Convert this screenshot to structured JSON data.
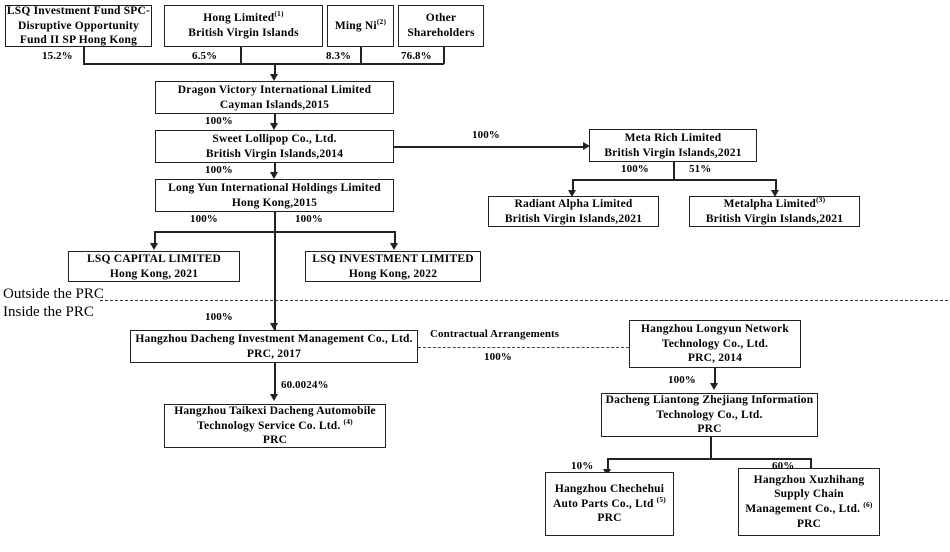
{
  "diagram": {
    "title": "Corporate Structure Chart",
    "regions": {
      "outside": "Outside the PRC",
      "inside": "Inside the PRC"
    },
    "contractual_label": "Contractual Arrangements",
    "entities": {
      "lsq_fund": {
        "lines": [
          "LSQ Investment Fund SPC-",
          "Disruptive Opportunity",
          "Fund II SP Hong Kong"
        ],
        "ownership": "15.2%"
      },
      "hong_limited": {
        "line1": "Hong Limited",
        "note": "(1)",
        "line2": "British Virgin Islands",
        "ownership": "6.5%"
      },
      "ming_ni": {
        "line1": "Ming Ni",
        "note": "(2)",
        "ownership": "8.3%"
      },
      "other_shareholders": {
        "lines": [
          "Other",
          "Shareholders"
        ],
        "ownership": "76.8%"
      },
      "dragon_victory": {
        "lines": [
          "Dragon Victory International  Limited",
          "Cayman  Islands,2015"
        ],
        "ownership": "100%"
      },
      "sweet_lollipop": {
        "lines": [
          "Sweet Lollipop  Co., Ltd.",
          "British Virgin Islands,2014"
        ],
        "ownership": "100%",
        "ownership_right": "100%"
      },
      "long_yun": {
        "lines": [
          "Long Yun International  Holdings Limited",
          "Hong Kong,2015"
        ],
        "ownership_left": "100%",
        "ownership_right": "100%"
      },
      "meta_rich": {
        "lines": [
          "Meta Rich Limited",
          "British Virgin Islands,2021"
        ],
        "ownership_left": "100%",
        "ownership_right": "51%"
      },
      "radiant_alpha": {
        "lines": [
          "Radiant  Alpha Limited",
          "British Virgin Islands,2021"
        ]
      },
      "metalpha": {
        "line1": "Metalpha      Limited",
        "note": "(3)",
        "line2": "British Virgin Islands,2021"
      },
      "lsq_capital": {
        "lines": [
          "LSQ  CAPITAL     LIMITED",
          "Hong Kong, 2021"
        ]
      },
      "lsq_investment": {
        "lines": [
          "LSQ INVESTMENT LIMITED",
          "Hong Kong, 2022"
        ]
      },
      "hangzhou_dacheng": {
        "lines": [
          "Hangzhou  Dacheng Investment  Management  Co., Ltd.",
          "PRC, 2017"
        ],
        "ownership": "100%",
        "ownership_down": "60.0024%"
      },
      "hangzhou_taikexi": {
        "line1": "Hangzhou  Taikexi Dacheng Automobile",
        "line2": "Technology  Service Co. Ltd.",
        "note": "(4)",
        "line3": "PRC"
      },
      "hangzhou_longyun": {
        "lines": [
          "Hangzhou  Longyun Network",
          "Technology  Co., Ltd.",
          "PRC, 2014"
        ],
        "ownership": "100%",
        "ownership_contract": "100%"
      },
      "dacheng_liantong": {
        "lines": [
          "Dacheng Liantong Zhejiang Information",
          "Technology  Co., Ltd.",
          "PRC"
        ],
        "ownership_left": "10%",
        "ownership_right": "60%"
      },
      "hangzhou_chechehui": {
        "line1": "Hangzhou  Chechehui",
        "line2": "Auto Parts Co., Ltd",
        "note": "(5)",
        "line3": "PRC"
      },
      "hangzhou_xuzhihang": {
        "line1": "Hangzhou  Xuzhihang",
        "line2": "Supply  Chain",
        "line3": "Management  Co., Ltd.",
        "note": "(6)",
        "line4": "PRC"
      }
    },
    "colors": {
      "line": "#222222",
      "box_border": "#222222",
      "background": "#ffffff",
      "text": "#000000"
    }
  }
}
